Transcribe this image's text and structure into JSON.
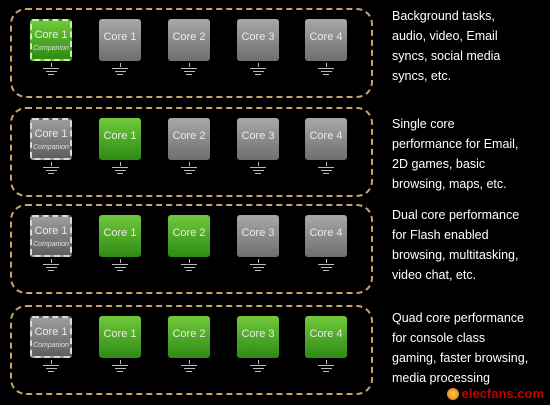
{
  "rows": [
    {
      "cores": [
        {
          "label": "Core 1",
          "sublabel": "Companion",
          "active": true,
          "companion": true
        },
        {
          "label": "Core 1",
          "active": false
        },
        {
          "label": "Core 2",
          "active": false
        },
        {
          "label": "Core 3",
          "active": false
        },
        {
          "label": "Core 4",
          "active": false
        }
      ],
      "description_lines": [
        "Background tasks,",
        "audio, video, Email",
        "syncs, social media",
        "syncs, etc."
      ]
    },
    {
      "cores": [
        {
          "label": "Core 1",
          "sublabel": "Companion",
          "active": false,
          "companion": true
        },
        {
          "label": "Core 1",
          "active": true
        },
        {
          "label": "Core 2",
          "active": false
        },
        {
          "label": "Core 3",
          "active": false
        },
        {
          "label": "Core 4",
          "active": false
        }
      ],
      "description_lines": [
        "Single core",
        "performance for Email,",
        "2D games, basic",
        "browsing, maps, etc."
      ]
    },
    {
      "cores": [
        {
          "label": "Core 1",
          "sublabel": "Companion",
          "active": false,
          "companion": true
        },
        {
          "label": "Core 1",
          "active": true
        },
        {
          "label": "Core 2",
          "active": true
        },
        {
          "label": "Core 3",
          "active": false
        },
        {
          "label": "Core 4",
          "active": false
        }
      ],
      "description_lines": [
        "Dual core performance",
        "for Flash enabled",
        "browsing, multitasking,",
        "video chat, etc."
      ]
    },
    {
      "cores": [
        {
          "label": "Core 1",
          "sublabel": "Companion",
          "active": false,
          "companion": true
        },
        {
          "label": "Core 1",
          "active": true
        },
        {
          "label": "Core 2",
          "active": true
        },
        {
          "label": "Core 3",
          "active": true
        },
        {
          "label": "Core 4",
          "active": true
        }
      ],
      "description_lines": [
        "Quad core performance",
        "for console class",
        "gaming, faster browsing,",
        "media processing"
      ]
    }
  ],
  "watermark": "elecfans.com",
  "colors": {
    "active": "#4caf25",
    "inactive": "#8a8a8a",
    "panel_border": "#c9a36a"
  }
}
